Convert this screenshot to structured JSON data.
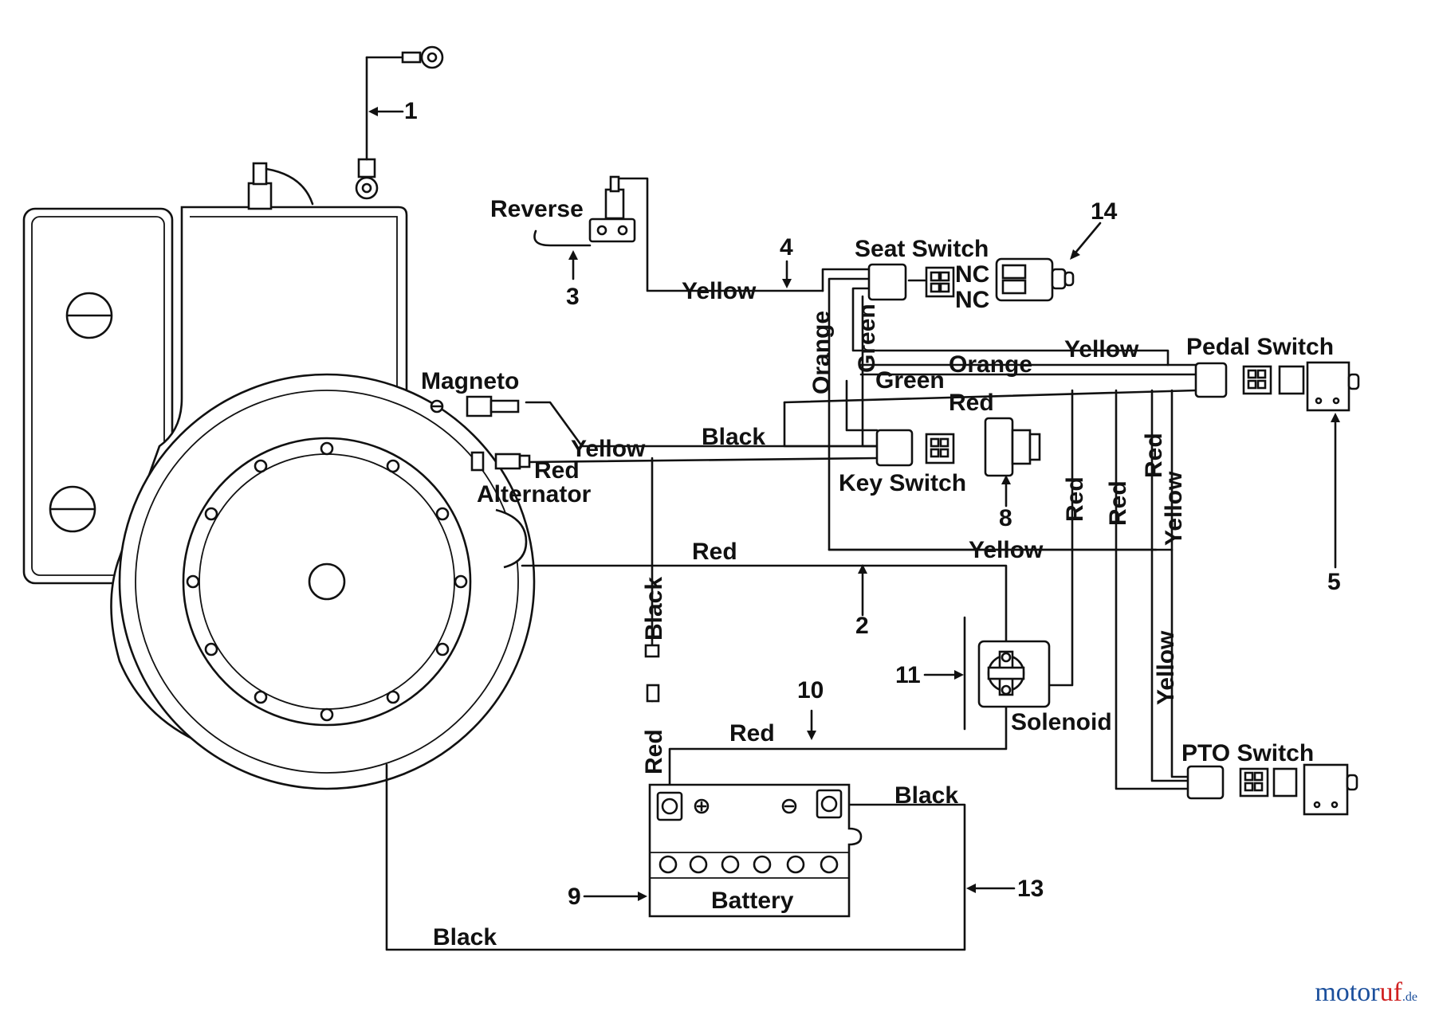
{
  "components": {
    "reverse": "Reverse",
    "seat_switch": "Seat Switch",
    "nc_top": "NC",
    "nc_bottom": "NC",
    "pedal_switch": "Pedal Switch",
    "magneto": "Magneto",
    "alternator": "Alternator",
    "key_switch": "Key Switch",
    "solenoid": "Solenoid",
    "pto_switch": "PTO Switch",
    "battery": "Battery"
  },
  "wires": {
    "yellow_reverse": "Yellow",
    "green_vertical": "Green",
    "orange_vertical": "Orange",
    "yellow_pedal": "Yellow",
    "orange_pedal": "Orange",
    "green_pedal": "Green",
    "red_top": "Red",
    "yellow_magneto": "Yellow",
    "black_key": "Black",
    "red_alternator": "Red",
    "red_vert_1": "Red",
    "red_vert_2": "Red",
    "red_vert_3": "Red",
    "yellow_vert_1": "Yellow",
    "yellow_vert_2": "Yellow",
    "red_solenoid": "Red",
    "yellow_mid": "Yellow",
    "black_vertical": "Black",
    "red_battery_vert": "Red",
    "red_battery": "Red",
    "black_battery": "Black",
    "black_bottom": "Black"
  },
  "callouts": [
    "1",
    "2",
    "3",
    "4",
    "5",
    "8",
    "9",
    "10",
    "11",
    "13",
    "14"
  ],
  "watermark": {
    "part1": "motor",
    "part2": "uf",
    "part3": ".de"
  }
}
